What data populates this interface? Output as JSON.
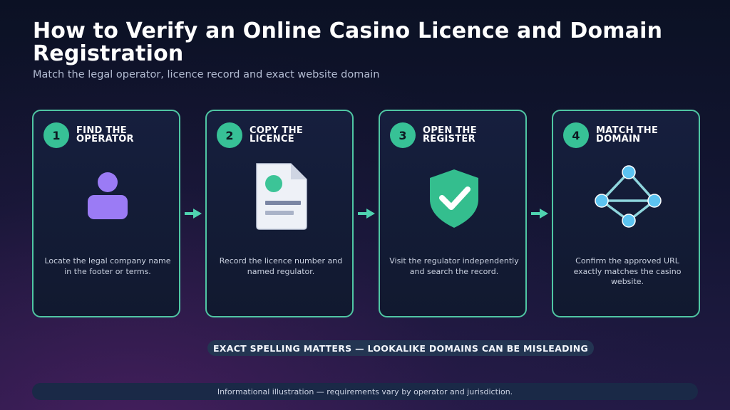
{
  "header": {
    "title": "How to Verify an Online Casino Licence and Domain Registration",
    "subtitle": "Match the legal operator, licence record and exact website domain"
  },
  "steps": [
    {
      "number": "1",
      "title": "FIND THE OPERATOR",
      "description": "Locate the legal company name in the footer or terms.",
      "icon": "person-icon"
    },
    {
      "number": "2",
      "title": "COPY THE LICENCE",
      "description": "Record the licence number and named regulator.",
      "icon": "document-icon"
    },
    {
      "number": "3",
      "title": "OPEN THE REGISTER",
      "description": "Visit the regulator independently and search the record.",
      "icon": "shield-check-icon"
    },
    {
      "number": "4",
      "title": "MATCH THE DOMAIN",
      "description": "Confirm the approved URL exactly matches the casino website.",
      "icon": "network-icon"
    }
  ],
  "callout": "EXACT SPELLING MATTERS — LOOKALIKE DOMAINS CAN BE MISLEADING",
  "footer": "Informational illustration — requirements vary by operator and jurisdiction.",
  "colors": {
    "accent": "#37c196",
    "card_border": "#4fc6a3",
    "person": "#9b7bf5",
    "network": "#5cc3f0",
    "background": "#111833"
  }
}
